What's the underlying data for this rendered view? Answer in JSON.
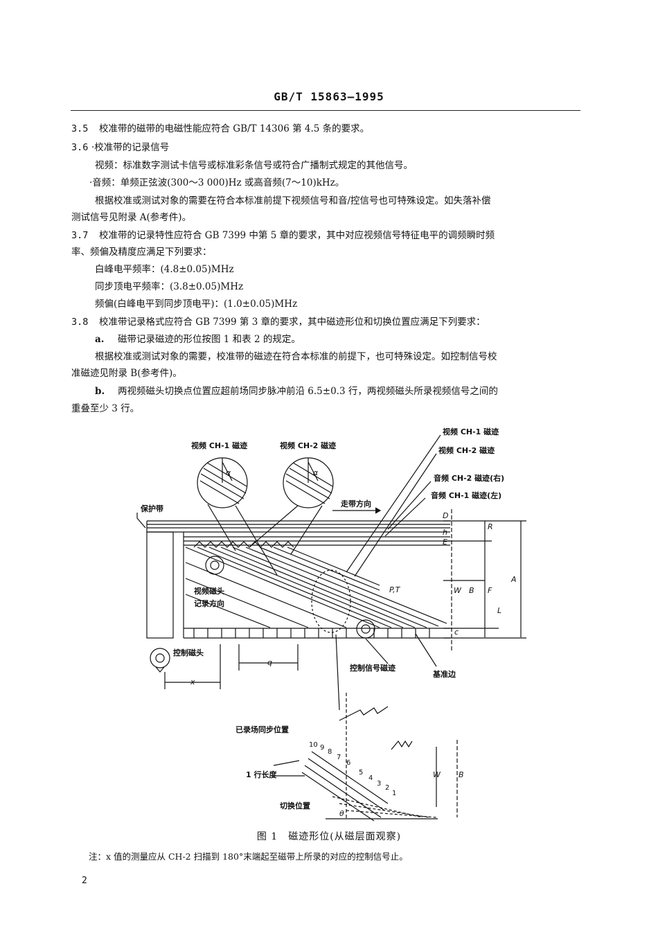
{
  "header": {
    "standard": "GB/T 15863—1995"
  },
  "sections": {
    "s35": {
      "num": "3.5",
      "text": "校准带的磁带的电磁性能应符合 GB/T 14306 第 4.5 条的要求。"
    },
    "s36": {
      "num": "3.6",
      "title": "·校准带的记录信号",
      "video": "视频：标准数字测试卡信号或标准彩条信号或符合广播制式规定的其他信号。",
      "audio": "·音频：单频正弦波(300～3 000)Hz 或高音频(7～10)kHz。",
      "p1": "根据校准或测试对象的需要在符合本标准前提下视频信号和音/控信号也可特殊设定。如失落补偿",
      "p2": "测试信号见附录 A(参考件)。"
    },
    "s37": {
      "num": "3.7",
      "l1": "校准带的记录特性应符合 GB 7399 中第 5 章的要求，其中对应视频信号特征电平的调频瞬时频",
      "l2": "率、频偏及精度应满足下列要求：",
      "white": "白峰电平频率：(4.8±0.05)MHz",
      "sync": "同步顶电平频率：(3.8±0.05)MHz",
      "dev": "频偏(白峰电平到同步顶电平)：(1.0±0.05)MHz"
    },
    "s38": {
      "num": "3.8",
      "l1": "校准带记录格式应符合 GB 7399 第 3 章的要求，其中磁迹形位和切换位置应满足下列要求：",
      "a_mark": "a.",
      "a_text": "磁带记录磁迹的形位按图 1 和表 2 的规定。",
      "p1": "根据校准或测试对象的需要，校准带的磁迹在符合本标准的前提下，也可特殊设定。如控制信号校",
      "p2": "准磁迹见附录 B(参考件)。",
      "b_mark": "b.",
      "b_text": "两视频磁头切换点位置应超前场同步脉冲前沿 6.5±0.3 行，两视频磁头所录视频信号之间的",
      "b_text2": "重叠至少 3 行。"
    }
  },
  "figure": {
    "labels": {
      "ch1_track": "视频 CH-1 磁迹",
      "ch2_track": "视频 CH-2 磁迹",
      "ch1_track_r": "视频 CH-1 磁迹",
      "ch2_track_r": "视频 CH-2 磁迹",
      "audio_ch2": "音频 CH-2 磁迹(右)",
      "audio_ch1": "音频 CH-1 磁迹(左)",
      "protect": "保护带",
      "tape_dir": "走带方向",
      "head_dir1": "视频磁头",
      "head_dir2": "记录方向",
      "ctrl_head": "控制磁头",
      "ctrl_track": "控制信号磁迹",
      "ref_edge": "基准边",
      "recorded_sync": "已录场同步位置",
      "line_len": "1 行长度",
      "switch_pos": "切换位置",
      "PT": "P,T"
    },
    "letters": {
      "alpha": "α",
      "D": "D",
      "h": "h",
      "E": "E",
      "R": "R",
      "A": "A",
      "W": "W",
      "B": "B",
      "F": "F",
      "L": "L",
      "c": "c",
      "q": "q",
      "x": "x",
      "theta": "θ"
    },
    "line_numbers": [
      "10",
      "9",
      "8",
      "7",
      "6",
      "5",
      "4",
      "3",
      "2",
      "1"
    ],
    "caption": "图 1　磁迹形位(从磁层面观察)",
    "note": "注：x 值的测量应从 CH-2 扫描到 180°末端起至磁带上所录的对应的控制信号止。"
  },
  "page_number": "2"
}
